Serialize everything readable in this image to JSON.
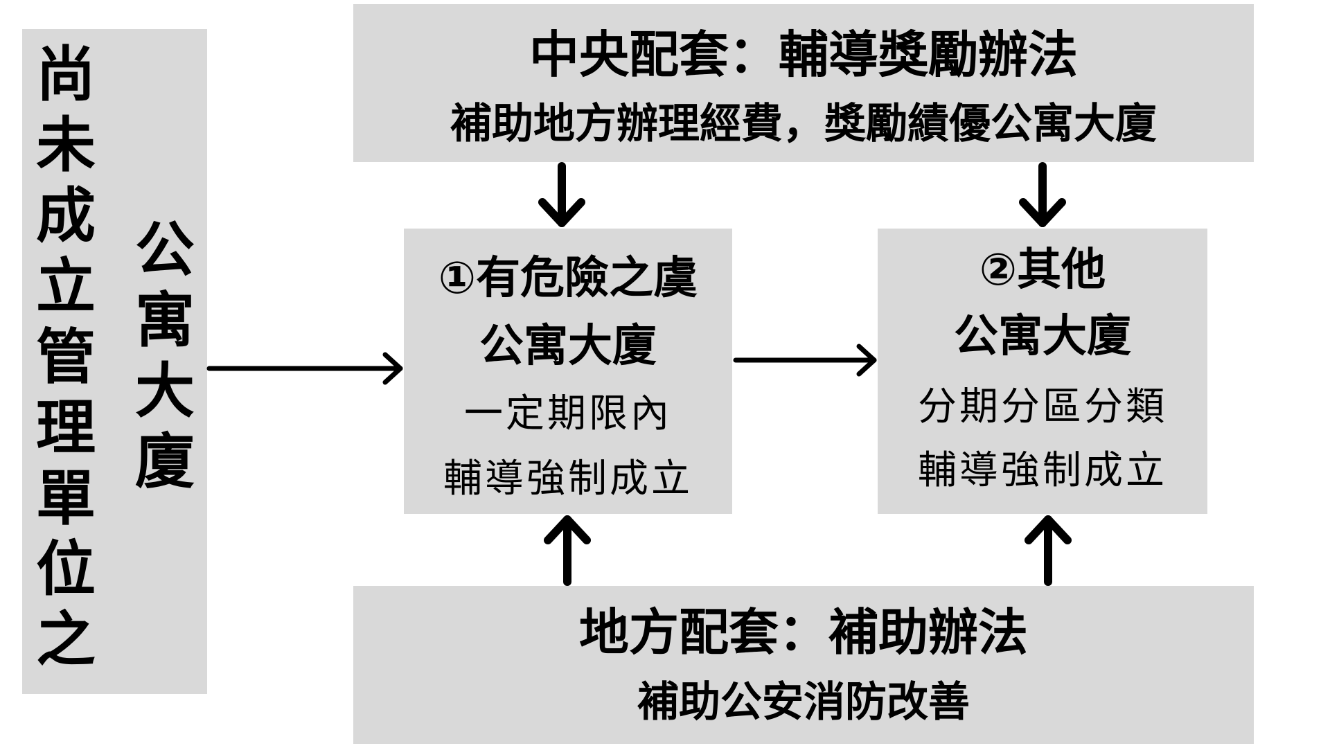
{
  "left_box": {
    "col1": [
      "尚",
      "未",
      "成",
      "立",
      "管",
      "理",
      "單",
      "位",
      "之"
    ],
    "col2": [
      "公",
      "寓",
      "大",
      "廈"
    ]
  },
  "top_box": {
    "title": "中央配套：輔導獎勵辦法",
    "subtitle": "補助地方辦理經費，獎勵績優公寓大廈"
  },
  "mid_box_1": {
    "line1": "①有危險之虞",
    "line2": "公寓大廈",
    "line3": "一定期限內",
    "line4": "輔導強制成立"
  },
  "mid_box_2": {
    "line1": "②其他",
    "line2": "公寓大廈",
    "line3": "分期分區分類",
    "line4": "輔導強制成立"
  },
  "bottom_box": {
    "title": "地方配套：補助辦法",
    "subtitle": "補助公安消防改善"
  }
}
